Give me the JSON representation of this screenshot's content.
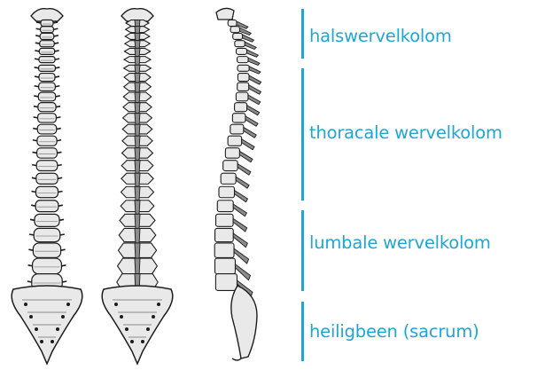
{
  "labels": {
    "cervical": "halswervelkolom",
    "thoracic": "thoracale wervelkolom",
    "lumbar": "lumbale wervelkolom",
    "sacral": "heiligbeen (sacrum)"
  },
  "colors": {
    "accent": "#1ea6d6",
    "bone_fill": "#e9e9e9",
    "bone_line": "#1c1c1c",
    "bone_shade": "#8c8c8c"
  },
  "vertebrae_counts": {
    "cervical": 7,
    "thoracic": 12,
    "lumbar": 5
  }
}
